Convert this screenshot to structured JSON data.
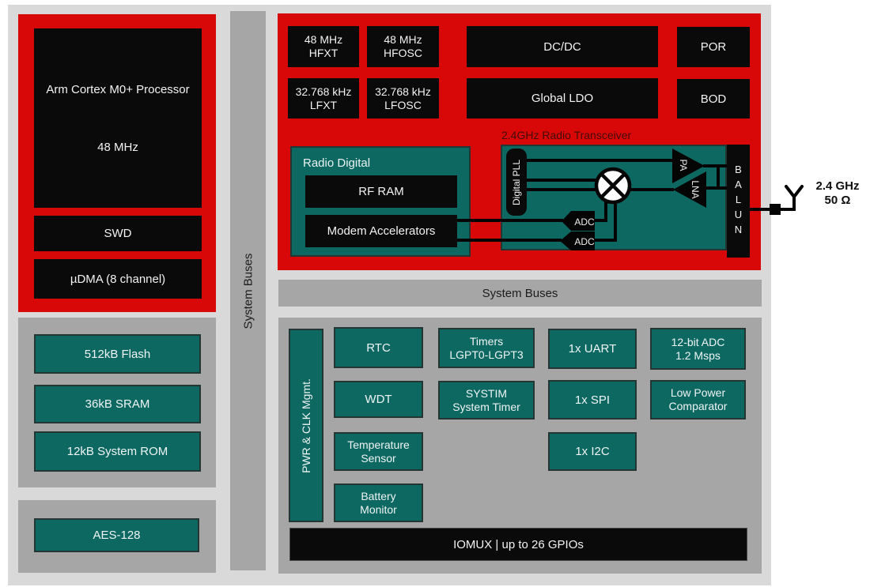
{
  "palette": {
    "accent_red": "#d90808",
    "accent_teal": "#0e6862",
    "block_black": "#0a0a0a",
    "section_gray": "#a6a6a6",
    "canvas_gray": "#d9d9d9",
    "transceiver_title_color": "#420c06"
  },
  "cpu": {
    "processor_line1": "Arm Cortex M0+ Processor",
    "processor_line2": "48 MHz",
    "swd": "SWD",
    "udma": "µDMA (8 channel)"
  },
  "memory": {
    "flash": "512kB Flash",
    "sram": "36kB SRAM",
    "rom": "12kB System ROM"
  },
  "security": {
    "aes": "AES-128"
  },
  "buses": {
    "vertical": "System Buses",
    "horizontal": "System Buses"
  },
  "clocks_power": {
    "hfxt_line1": "48 MHz",
    "hfxt_line2": "HFXT",
    "hfosc_line1": "48 MHz",
    "hfosc_line2": "HFOSC",
    "lfxt_line1": "32.768 kHz",
    "lfxt_line2": "LFXT",
    "lfosc_line1": "32.768 kHz",
    "lfosc_line2": "LFOSC",
    "dcdc": "DC/DC",
    "ldo": "Global LDO",
    "por": "POR",
    "bod": "BOD"
  },
  "radio": {
    "title": "2.4GHz Radio Transceiver",
    "digital_label": "Radio Digital",
    "rfram": "RF RAM",
    "modem": "Modem Accelerators",
    "pll": "Digital PLL",
    "pa": "PA",
    "lna": "LNA",
    "adc1": "ADC",
    "adc2": "ADC",
    "balun": "BALUN",
    "antenna_line1": "2.4 GHz",
    "antenna_line2": "50 Ω"
  },
  "peripherals": {
    "pwr_clk": "PWR & CLK Mgmt.",
    "rtc": "RTC",
    "wdt": "WDT",
    "temp_line1": "Temperature",
    "temp_line2": "Sensor",
    "battery_line1": "Battery",
    "battery_line2": "Monitor",
    "timers_line1": "Timers",
    "timers_line2": "LGPT0-LGPT3",
    "systim_line1": "SYSTIM",
    "systim_line2": "System Timer",
    "uart": "1x UART",
    "spi": "1x SPI",
    "i2c": "1x I2C",
    "adc_line1": "12-bit ADC",
    "adc_line2": "1.2 Msps",
    "comparator_line1": "Low Power",
    "comparator_line2": "Comparator",
    "iomux": "IOMUX | up to 26 GPIOs"
  }
}
